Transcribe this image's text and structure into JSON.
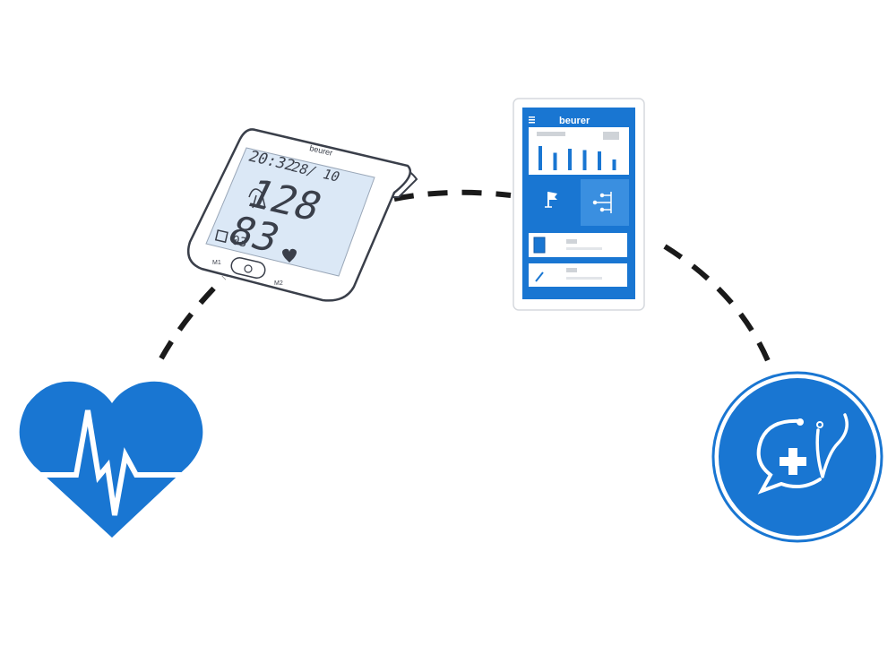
{
  "colors": {
    "primary_blue": "#1976D2",
    "light_blue_panel": "#3a8fe0",
    "lcd_bg": "#dbe8f6",
    "outline": "#3a3f4a",
    "dash": "#1a1a1a"
  },
  "monitor": {
    "brand": "beurer",
    "time": "20:32",
    "date": "28/ 10",
    "systolic": "128",
    "diastolic": "83",
    "memory": "03",
    "left_button": "M1",
    "right_button": "M2"
  },
  "phone": {
    "brand": "beurer",
    "chart_bars": [
      0.9,
      0.65,
      0.8,
      0.75,
      0.7,
      0.4
    ]
  },
  "icons": {
    "heart": "heart-pulse-icon",
    "doctor": "doctor-chat-stethoscope-icon"
  }
}
